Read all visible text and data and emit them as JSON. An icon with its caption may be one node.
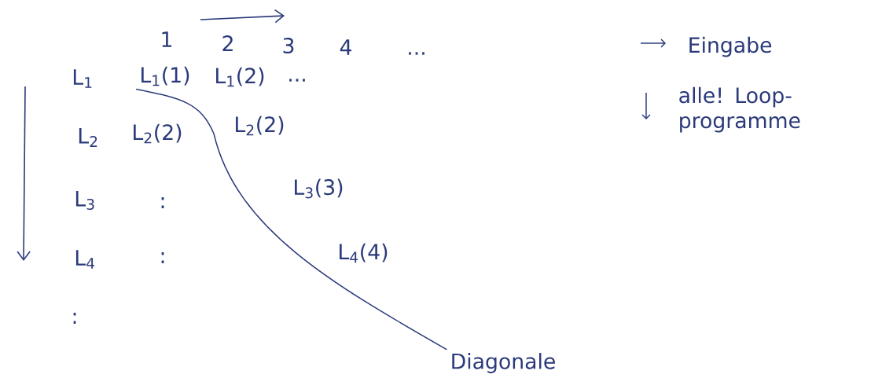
{
  "diagram": {
    "nodes": [
      {
        "text": [
          "L$_{1}$(1)"
        ]
      },
      {
        "text": [
          "Diagonale"
        ]
      }
    ],
    "edges": [
      {
        "from": 1,
        "to": 0,
        "arrow": "none"
      }
    ],
    "labels": [
      "1",
      "2",
      "3",
      "4",
      "...",
      "L$_{1}$",
      "L$_{1}$(2)",
      "...",
      "L$_{2}$",
      "L$_{2}$(2)",
      "L$_{2}$(2)",
      "L$_{3}$",
      ":",
      "L$_{3}$(3)",
      "L$_{4}$",
      ":",
      "L$_{4}$(4)",
      ":"
    ],
    "legend": [
      {
        "text": "Eingabe"
      },
      {
        "text": "alle! Loop-programme"
      }
    ]
  }
}
